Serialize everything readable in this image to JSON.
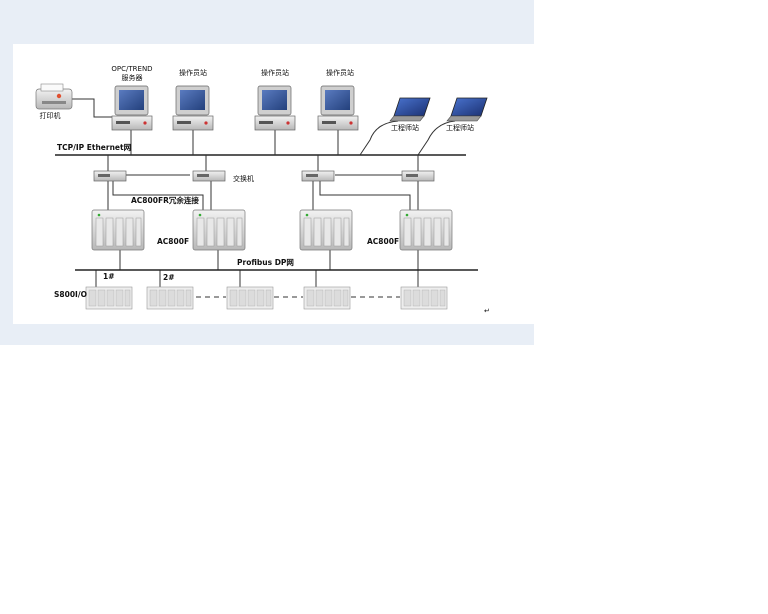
{
  "diagram": {
    "labels": {
      "opc_server_line1": "OPC/TREND",
      "opc_server_line2": "服务器",
      "operator_station": "操作员站",
      "engineering_station": "工程师站",
      "printer": "打印机",
      "tcp_network": "TCP/IP Ethernet网",
      "switch": "交换机",
      "redundant": "AC800FR冗余连接",
      "ac800f": "AC800F",
      "profibus": "Profibus DP网",
      "s800io": "S800I/O",
      "node1": "1#",
      "node2": "2#",
      "mark": "↵"
    }
  },
  "colors": {
    "frame_bg": "#e8eef6",
    "monitor_screen": "#3a5a9a",
    "laptop_screen": "#2a4c9c"
  }
}
